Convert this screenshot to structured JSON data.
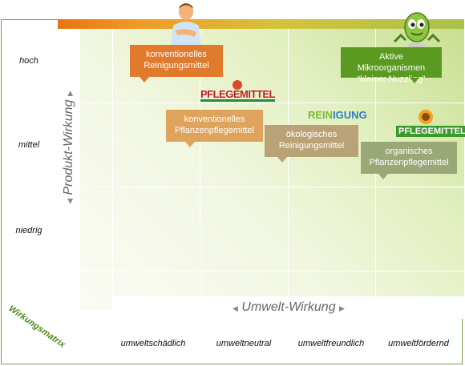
{
  "row_labels": [
    "hoch",
    "mittel",
    "niedrig"
  ],
  "column_labels": [
    "umweltschädlich",
    "umweltneutral",
    "umweltfreundlich",
    "umweltfördernd"
  ],
  "y_axis_label": "Produkt-Wirkung",
  "x_axis_label": "Umwelt-Wirkung",
  "matrix_label": "Wirkungsmatrix",
  "bubbles": {
    "conv_cleaning": {
      "line1": "konventionelles",
      "line2": "Reinigungsmittel",
      "color": "#e07a2c"
    },
    "conv_plant": {
      "line1": "konventionelles",
      "line2": "Pflanzenpflegemittel",
      "color": "#dea35d"
    },
    "eco_cleaning": {
      "line1": "ökologisches",
      "line2": "Reinigungsmittel",
      "color": "#b9a376"
    },
    "organic_plant": {
      "line1": "organisches",
      "line2": "Pflanzenpflegemittel",
      "color": "#9aa877"
    },
    "microorganisms": {
      "line1": "Aktive Mikroorganismen",
      "line2": "“kleiner Nuzzling”",
      "color": "#5a9a20"
    }
  },
  "logos": {
    "pflegemittel_red": "PFLEGEMITTEL",
    "reinigung_rein": "REIN",
    "reinigung_igung": "IGUNG",
    "pflegemittel_green": "PFLEGEMITTEL"
  },
  "icons": [
    "man-figure-icon",
    "green-mascot-icon",
    "sunflower-icon"
  ],
  "colors": {
    "frame": "#7aa33a",
    "accent_orange": "#e87510",
    "accent_green": "#5a9a20"
  }
}
